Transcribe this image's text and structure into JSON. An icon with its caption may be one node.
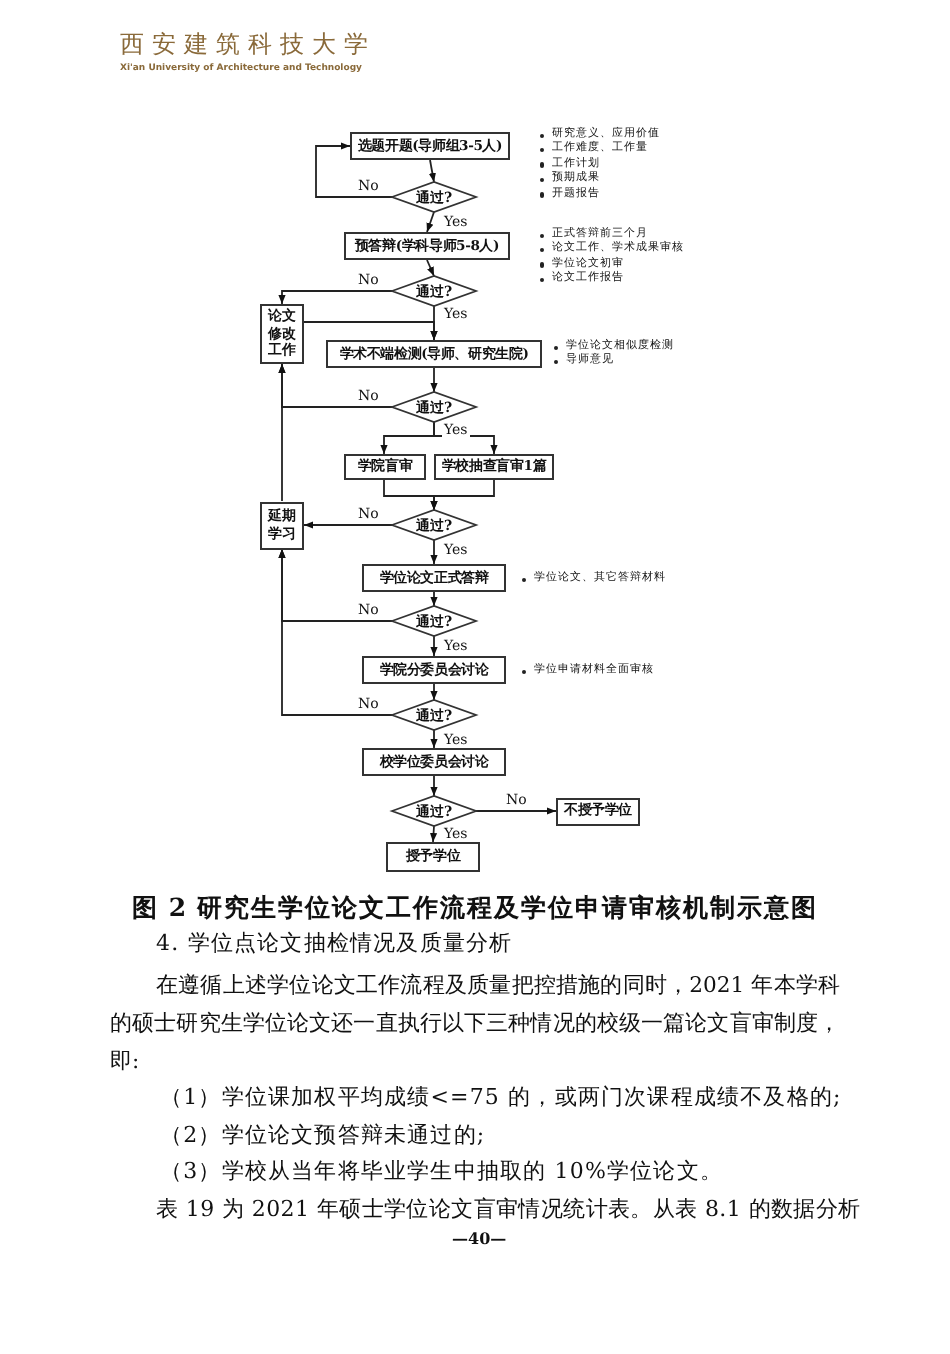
{
  "diagram": {
    "title": "图 2 研究生学位论文工作流程及学位申请审核机制示意图",
    "nodes": [
      {
        "text": [
          "选题开题(导师组3-5人)"
        ],
        "beside": [
          "研究意义、应用价值",
          "工作难度、工作量",
          "工作计划",
          "预期成果",
          "开题报告"
        ]
      },
      {
        "text": [
          "通过?"
        ]
      },
      {
        "text": [
          "预答辩(学科导师5-8人)"
        ],
        "beside": [
          "正式答辩前三个月",
          "论文工作、学术成果审核",
          "学位论文初审",
          "论文工作报告"
        ]
      },
      {
        "text": [
          "通过?"
        ]
      },
      {
        "text": [
          "论文修改工作"
        ]
      },
      {
        "text": [
          "学术不端检测(导师、研究生院)"
        ],
        "beside": [
          "学位论文相似度检测",
          "导师意见"
        ]
      },
      {
        "text": [
          "通过?"
        ]
      },
      {
        "text": [
          "学院盲审"
        ]
      },
      {
        "text": [
          "学校抽查盲审1篇"
        ]
      },
      {
        "text": [
          "通过?"
        ]
      },
      {
        "text": [
          "延期学习"
        ]
      },
      {
        "text": [
          "学位论文正式答辩"
        ],
        "beside": [
          "学位论文、其它答辩材料"
        ]
      },
      {
        "text": [
          "通过?"
        ]
      },
      {
        "text": [
          "学院分委员会讨论"
        ],
        "beside": [
          "学位申请材料全面审核"
        ]
      },
      {
        "text": [
          "通过?"
        ]
      },
      {
        "text": [
          "校学位委员会讨论"
        ]
      },
      {
        "text": [
          "通过?"
        ]
      },
      {
        "text": [
          "不授予学位"
        ]
      },
      {
        "text": [
          "授予学位"
        ]
      }
    ],
    "edges": [
      {
        "from": 0,
        "to": 1,
        "arrow": "to"
      },
      {
        "from": 1,
        "to": 2,
        "arrow": "to",
        "label": "Yes"
      },
      {
        "from": 1,
        "to": 0,
        "arrow": "to",
        "label": "No"
      },
      {
        "from": 2,
        "to": 3,
        "arrow": "to"
      },
      {
        "from": 3,
        "to": 5,
        "arrow": "to",
        "label": "Yes"
      },
      {
        "from": 3,
        "to": 4,
        "arrow": "to",
        "label": "No"
      },
      {
        "from": 4,
        "to": 5,
        "arrow": "to"
      },
      {
        "from": 5,
        "to": 6,
        "arrow": "to"
      },
      {
        "from": 6,
        "to": 4,
        "arrow": "to",
        "label": "No"
      },
      {
        "from": 6,
        "to": 7,
        "arrow": "to",
        "label": "Yes"
      },
      {
        "from": 6,
        "to": 8,
        "arrow": "to"
      },
      {
        "from": 7,
        "to": 9,
        "arrow": "to"
      },
      {
        "from": 8,
        "to": 9,
        "arrow": "to"
      },
      {
        "from": 9,
        "to": 10,
        "arrow": "to",
        "label": "No"
      },
      {
        "from": 10,
        "to": 4,
        "arrow": "to"
      },
      {
        "from": 9,
        "to": 11,
        "arrow": "to",
        "label": "Yes"
      },
      {
        "from": 11,
        "to": 12,
        "arrow": "to"
      },
      {
        "from": 12,
        "to": 10,
        "arrow": "to",
        "label": "No"
      },
      {
        "from": 12,
        "to": 13,
        "arrow": "to",
        "label": "Yes"
      },
      {
        "from": 13,
        "to": 14,
        "arrow": "to"
      },
      {
        "from": 14,
        "to": 10,
        "arrow": "to",
        "label": "No"
      },
      {
        "from": 14,
        "to": 15,
        "arrow": "to",
        "label": "Yes"
      },
      {
        "from": 15,
        "to": 16,
        "arrow": "to"
      },
      {
        "from": 16,
        "to": 17,
        "arrow": "to",
        "label": "No"
      },
      {
        "from": 16,
        "to": 18,
        "arrow": "to",
        "label": "Yes"
      }
    ],
    "labels": [
      "西安建筑科技大学",
      "Xi'an University of Architecture and Technology",
      "4. 学位点论文抽检情况及质量分析",
      "在遵循上述学位论文工作流程及质量把控措施的同时，2021 年本学科的硕士研究生学位论文还一直执行以下三种情况的校级一篇论文盲审制度，即:",
      "（1）学位课加权平均成绩<=75 的，或两门次课程成绩不及格的;",
      "（2）学位论文预答辩未通过的;",
      "（3）学校从当年将毕业学生中抽取的 10%学位论文。",
      "表 19 为 2021 年硕士学位论文盲审情况统计表。从表 8.1 的数据分析",
      "—40—"
    ]
  }
}
